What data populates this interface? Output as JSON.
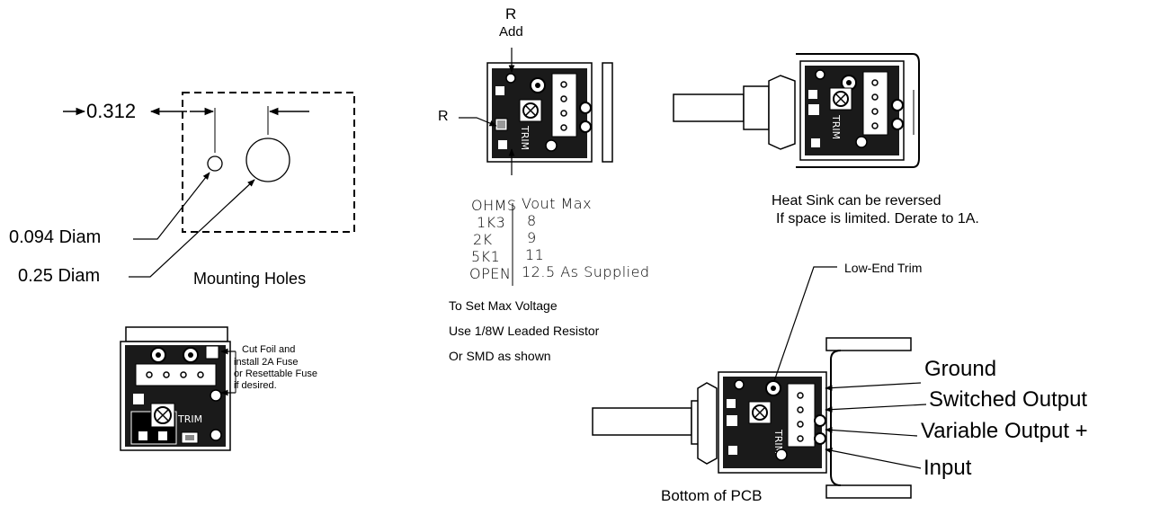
{
  "mounting": {
    "dimension": "0.312",
    "small_hole_label": "0.094 Diam",
    "large_hole_label": "0.25 Diam",
    "caption": "Mounting Holes"
  },
  "fuse_note": {
    "lines": [
      "Cut Foil and",
      "install 2A Fuse",
      "or Resettable Fuse",
      "if desired."
    ]
  },
  "resistor": {
    "top_label": "R",
    "add_label": "Add",
    "side_label": "R",
    "trim_text": "TRIM",
    "table_header_left": "OHMS",
    "table_header_right": "Vout Max",
    "rows": [
      {
        "ohms": "1K3",
        "vout": "8"
      },
      {
        "ohms": "2K",
        "vout": "9"
      },
      {
        "ohms": "5K1",
        "vout": "11"
      },
      {
        "ohms": "OPEN",
        "vout": "12.5 As Supplied"
      }
    ],
    "notes": [
      "To Set Max Voltage",
      "Use 1/8W Leaded Resistor",
      "Or SMD as shown"
    ]
  },
  "heatsink": {
    "line1": "Heat Sink can be reversed",
    "line2": "If space is limited. Derate to 1A."
  },
  "pcb_bottom": {
    "trim_label": "Low-End Trim",
    "pins": [
      "Ground",
      "Switched Output",
      "Variable Output +",
      "Input"
    ],
    "caption": "Bottom of PCB"
  },
  "colors": {
    "ink": "#000000",
    "board": "#1a1a1a",
    "paper": "#ffffff"
  }
}
